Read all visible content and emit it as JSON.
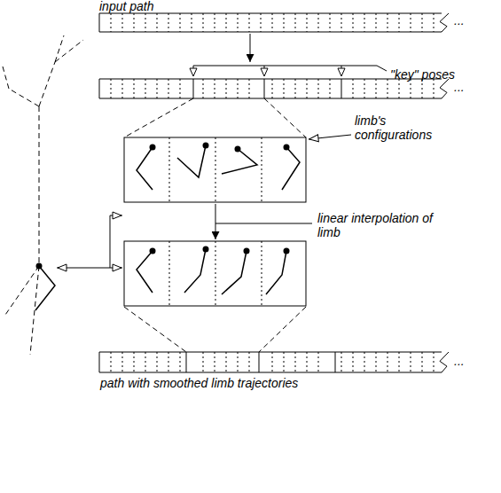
{
  "diagram": {
    "labels": [
      "input path",
      "...",
      "\"key\" poses",
      "...",
      "limb's configurations",
      "linear interpolation of limb",
      "...",
      "path with smoothed limb trajectories"
    ]
  }
}
